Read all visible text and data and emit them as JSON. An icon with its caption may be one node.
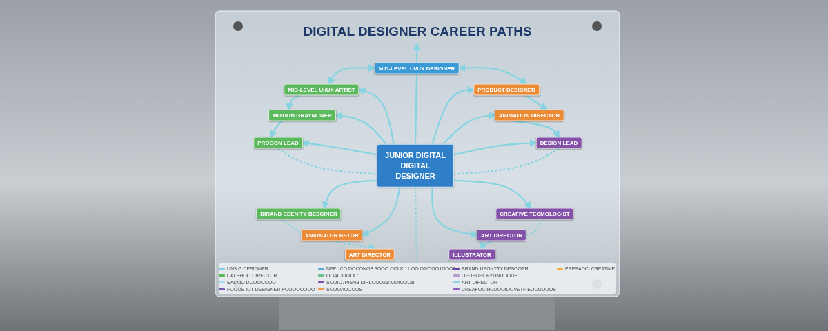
{
  "diagram": {
    "title": "DIGITAL DESIGNER CAREER PATHS",
    "nodes": [
      {
        "text": [
          "JUNIOR DIGITAL DIGITAL DESIGNER"
        ]
      },
      {
        "text": [
          "MID-LEVEL UI/UX DESIGNER"
        ]
      },
      {
        "text": [
          "MID-LEVEL UI/UX ARTIST"
        ]
      },
      {
        "text": [
          "MOTION GRAYMCNER"
        ]
      },
      {
        "text": [
          "PROOON LEAD"
        ]
      },
      {
        "text": [
          "PRODUCT DESIGNER"
        ]
      },
      {
        "text": [
          "ANIMATION DIRECTOR"
        ]
      },
      {
        "text": [
          "DESIGN LEAD"
        ]
      },
      {
        "text": [
          "BIRAND EEENITY BESGINER"
        ]
      },
      {
        "text": [
          "ANIUNATOR BSTOR"
        ]
      },
      {
        "text": [
          "ART DIRECTOR"
        ]
      },
      {
        "text": [
          "CREAFIVE TECMOLOGIST"
        ]
      },
      {
        "text": [
          "ART DIRECTOR"
        ]
      },
      {
        "text": [
          "ILLUSTRATOR"
        ]
      }
    ],
    "edges": [
      {
        "from": 0,
        "to": 1,
        "arrow": "none"
      },
      {
        "from": 1,
        "to": null,
        "arrow": "to"
      },
      {
        "from": 1,
        "to": 2,
        "arrow": "both"
      },
      {
        "from": 1,
        "to": 5,
        "arrow": "both"
      },
      {
        "from": 0,
        "to": 2,
        "arrow": "to"
      },
      {
        "from": 0,
        "to": 3,
        "arrow": "to"
      },
      {
        "from": 0,
        "to": 4,
        "arrow": "to"
      },
      {
        "from": 2,
        "to": 3,
        "arrow": "to"
      },
      {
        "from": 3,
        "to": 4,
        "arrow": "to"
      },
      {
        "from": 0,
        "to": 5,
        "arrow": "to"
      },
      {
        "from": 0,
        "to": 6,
        "arrow": "to"
      },
      {
        "from": 0,
        "to": 7,
        "arrow": "to"
      },
      {
        "from": 5,
        "to": 6,
        "arrow": "to"
      },
      {
        "from": 6,
        "to": 7,
        "arrow": "to"
      },
      {
        "from": 4,
        "to": 0,
        "arrow": "none",
        "style": "dashed"
      },
      {
        "from": 7,
        "to": 0,
        "arrow": "none",
        "style": "dashed"
      },
      {
        "from": 0,
        "to": 8,
        "arrow": "to"
      },
      {
        "from": 0,
        "to": 9,
        "arrow": "to"
      },
      {
        "from": 0,
        "to": 11,
        "arrow": "to"
      },
      {
        "from": 0,
        "to": 12,
        "arrow": "to"
      },
      {
        "from": 8,
        "to": 9,
        "arrow": "none",
        "style": "dashed"
      },
      {
        "from": 9,
        "to": 10,
        "arrow": "to",
        "style": "dashed"
      },
      {
        "from": 11,
        "to": 12,
        "arrow": "none",
        "style": "dashed"
      },
      {
        "from": 12,
        "to": 13,
        "arrow": "to"
      },
      {
        "from": 0,
        "to": null,
        "arrow": "none",
        "style": "dashed"
      }
    ],
    "legend": [
      {
        "text": "UN3.G DESIGNER",
        "color": "#7fd3e0"
      },
      {
        "text": "CALSHOO DIRECTOR",
        "color": "#5cb85c"
      },
      {
        "text": "EALNIO DOOOOOOO",
        "color": "#a8d8f0"
      },
      {
        "text": "FOOOS IOT DESIGNER POOOOOOOO",
        "color": "#7a5cb0"
      },
      {
        "text": "NEEUCO DOCONOB 3OOO.OOLK.11.OO O1/OOO1OOO1",
        "color": "#5aa9d6"
      },
      {
        "text": "OOAIOOOLA7",
        "color": "#6cc28f"
      },
      {
        "text": "SOOIO7PISNB DIRLOOO21/.OOIOOOB",
        "color": "#7a4fb0"
      },
      {
        "text": "SOOOAOOOOS",
        "color": "#f0a04b"
      },
      {
        "text": "BRAND UEONTTY DESOOER",
        "color": "#6a3fa0"
      },
      {
        "text": "OEOSOEL BYDNDOOOB",
        "color": "#b09ad0"
      },
      {
        "text": "ART DIRECTOR",
        "color": "#8fd6e3"
      },
      {
        "text": "CREAFOC HCOOOIOOVETF EOOUOOOS",
        "color": "#8b5cc0"
      },
      {
        "text": "PRESADCI CREATIVE",
        "color": "#f0b030"
      }
    ]
  }
}
